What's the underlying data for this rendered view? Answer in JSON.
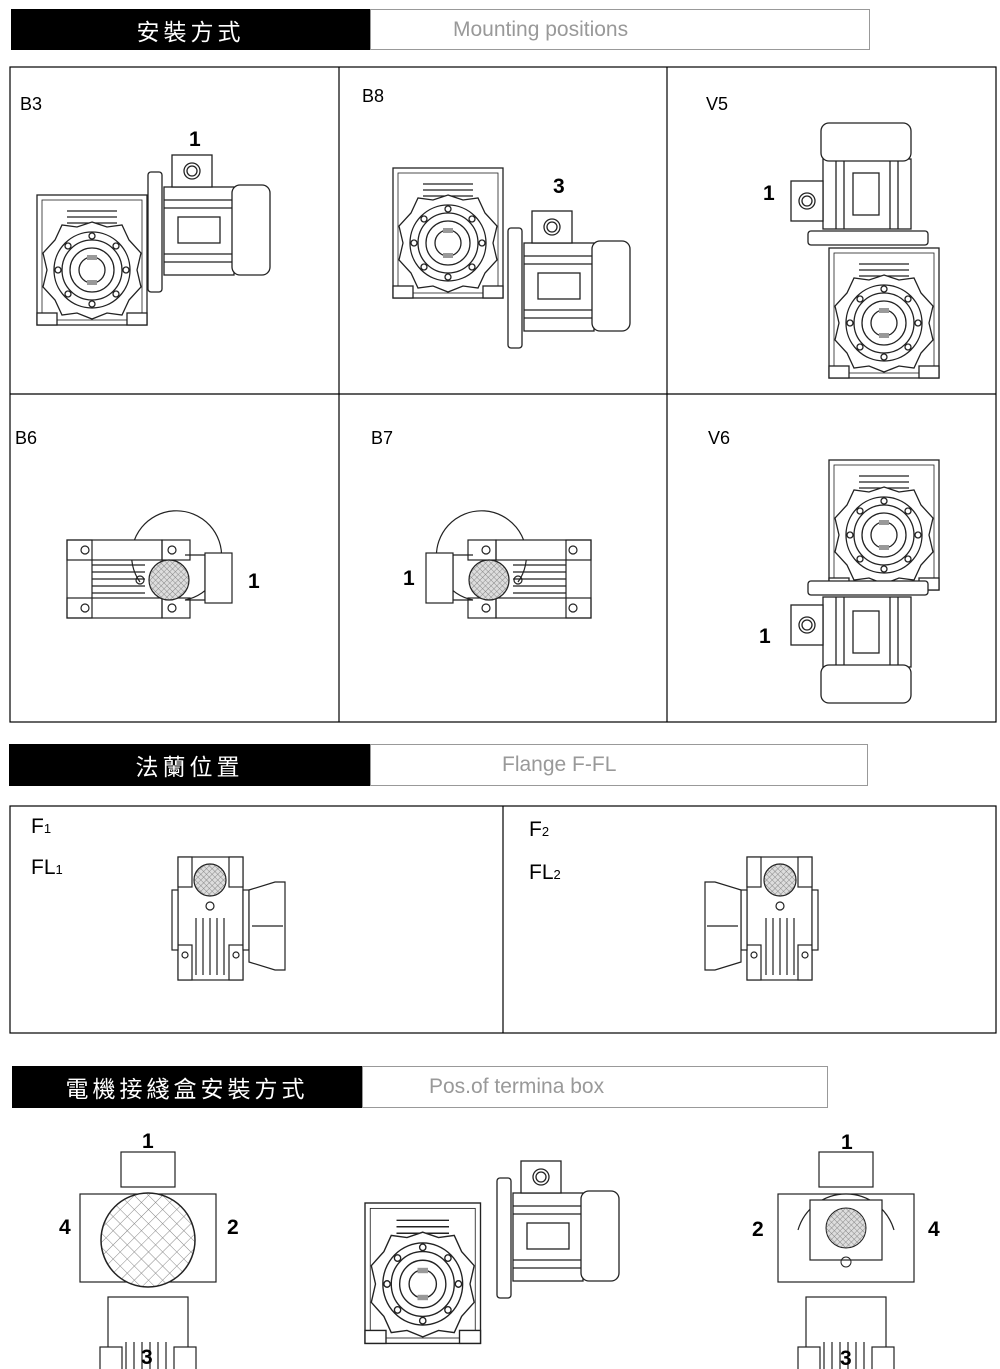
{
  "sections": {
    "mounting": {
      "title_zh": "安裝方式",
      "title_en": "Mounting positions"
    },
    "flange": {
      "title_zh": "法蘭位置",
      "title_en": "Flange F-FL"
    },
    "terminal": {
      "title_zh": "電機接綫盒安裝方式",
      "title_en": "Pos.of termina box"
    }
  },
  "positions": [
    {
      "label": "B3",
      "terminal": "1"
    },
    {
      "label": "B8",
      "terminal": "3"
    },
    {
      "label": "V5",
      "terminal": "1"
    },
    {
      "label": "B6",
      "terminal": "1"
    },
    {
      "label": "B7",
      "terminal": "1"
    },
    {
      "label": "V6",
      "terminal": "1"
    }
  ],
  "flanges": [
    {
      "f": "F",
      "f_sub": "1",
      "fl": "FL",
      "fl_sub": "1"
    },
    {
      "f": "F",
      "f_sub": "2",
      "fl": "FL",
      "fl_sub": "2"
    }
  ],
  "terminal_views": {
    "left": {
      "top": "1",
      "right": "2",
      "bottom": "3",
      "left": "4"
    },
    "right": {
      "top": "1",
      "right": "4",
      "bottom": "3",
      "left": "2"
    }
  }
}
